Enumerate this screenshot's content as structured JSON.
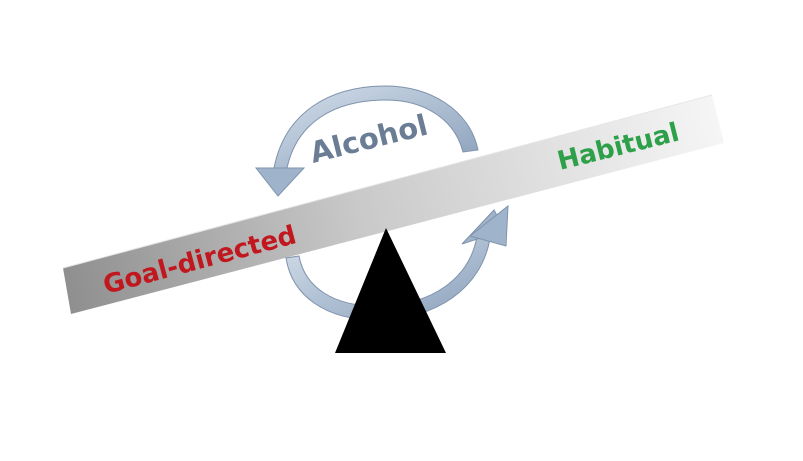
{
  "labels": {
    "center": "Alcohol",
    "left": "Goal-directed",
    "right": "Habitual"
  },
  "colors": {
    "center": "#6a7d95",
    "left": "#c0181e",
    "right": "#2ea04a",
    "arrow_fill": "#a9bcd3",
    "arrow_edge": "#7f93ad",
    "fulcrum": "#000000",
    "beam_light": "#f2f2f2",
    "beam_dark": "#8f8f8f"
  }
}
